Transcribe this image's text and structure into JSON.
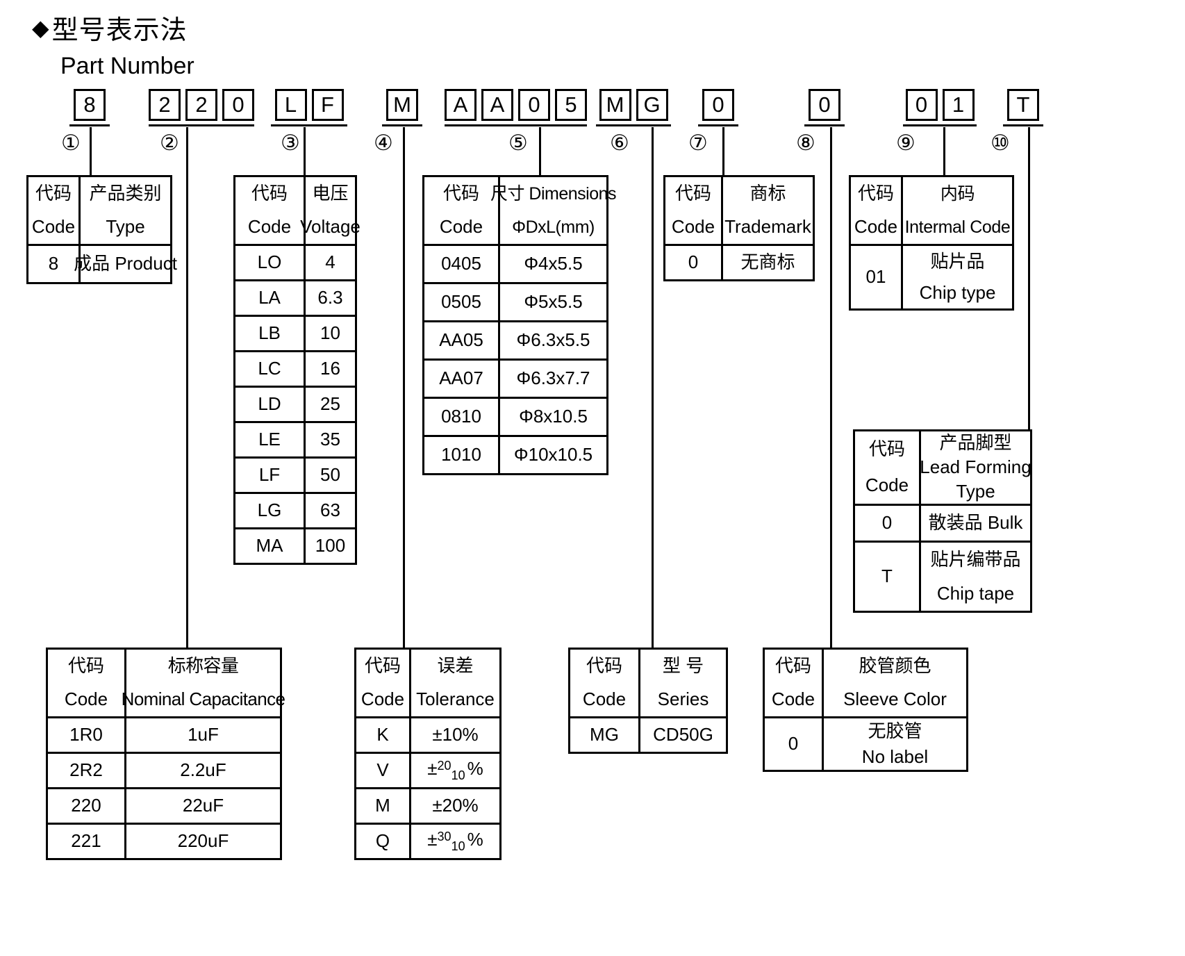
{
  "title": {
    "diamond": "◆",
    "zh": "型号表示法",
    "en": "Part Number"
  },
  "part_number": {
    "groups": [
      {
        "marker": "①",
        "chars": [
          "8"
        ]
      },
      {
        "marker": "②",
        "chars": [
          "2",
          "2",
          "0"
        ]
      },
      {
        "marker": "③",
        "chars": [
          "L",
          "F"
        ]
      },
      {
        "marker": "④",
        "chars": [
          "M"
        ]
      },
      {
        "marker": "⑤",
        "chars": [
          "A",
          "A",
          "0",
          "5"
        ]
      },
      {
        "marker": "⑥",
        "chars": [
          "M",
          "G"
        ]
      },
      {
        "marker": "⑦",
        "chars": [
          "0"
        ]
      },
      {
        "marker": "⑧",
        "chars": [
          "0"
        ]
      },
      {
        "marker": "⑨",
        "chars": [
          "0",
          "1"
        ]
      },
      {
        "marker": "⑩",
        "chars": [
          "T"
        ]
      }
    ]
  },
  "tables": {
    "type": {
      "headers": [
        [
          "代码",
          "Code"
        ],
        [
          "产品类别",
          "Type"
        ]
      ],
      "rows": [
        [
          "8",
          "成品 Product"
        ]
      ]
    },
    "voltage": {
      "headers": [
        [
          "代码",
          "Code"
        ],
        [
          "电压",
          "Voltage"
        ]
      ],
      "rows": [
        [
          "LO",
          "4"
        ],
        [
          "LA",
          "6.3"
        ],
        [
          "LB",
          "10"
        ],
        [
          "LC",
          "16"
        ],
        [
          "LD",
          "25"
        ],
        [
          "LE",
          "35"
        ],
        [
          "LF",
          "50"
        ],
        [
          "LG",
          "63"
        ],
        [
          "MA",
          "100"
        ]
      ]
    },
    "dimensions": {
      "headers": [
        [
          "代码",
          "Code"
        ],
        [
          "尺寸 Dimensions",
          "ΦDxL(mm)"
        ]
      ],
      "rows": [
        [
          "0405",
          "Φ4x5.5"
        ],
        [
          "0505",
          "Φ5x5.5"
        ],
        [
          "AA05",
          "Φ6.3x5.5"
        ],
        [
          "AA07",
          "Φ6.3x7.7"
        ],
        [
          "0810",
          "Φ8x10.5"
        ],
        [
          "1010",
          "Φ10x10.5"
        ]
      ]
    },
    "trademark": {
      "headers": [
        [
          "代码",
          "Code"
        ],
        [
          "商标",
          "Trademark"
        ]
      ],
      "rows": [
        [
          "0",
          "无商标"
        ]
      ]
    },
    "internal": {
      "headers": [
        [
          "代码",
          "Code"
        ],
        [
          "内码",
          "Intermal Code"
        ]
      ],
      "rows": [
        [
          "01",
          [
            "贴片品",
            "Chip type"
          ]
        ]
      ]
    },
    "lead": {
      "headers": [
        [
          "代码",
          "Code"
        ],
        [
          "产品脚型",
          "Lead Forming",
          "Type"
        ]
      ],
      "rows": [
        [
          "0",
          "散装品 Bulk"
        ],
        [
          "T",
          [
            "贴片编带品",
            "Chip tape"
          ]
        ]
      ]
    },
    "capacitance": {
      "headers": [
        [
          "代码",
          "Code"
        ],
        [
          "标称容量",
          "Nominal Capacitance"
        ]
      ],
      "rows": [
        [
          "1R0",
          "1uF"
        ],
        [
          "2R2",
          "2.2uF"
        ],
        [
          "220",
          "22uF"
        ],
        [
          "221",
          "220uF"
        ]
      ]
    },
    "tolerance": {
      "headers": [
        [
          "代码",
          "Code"
        ],
        [
          "误差",
          "Tolerance"
        ]
      ],
      "rows": [
        [
          "K",
          "±10%"
        ],
        [
          "V",
          {
            "pre": "±",
            "up": "20",
            "down": "10",
            "post": "%"
          }
        ],
        [
          "M",
          "±20%"
        ],
        [
          "Q",
          {
            "pre": "±",
            "up": "30",
            "down": "10",
            "post": "%"
          }
        ]
      ]
    },
    "series": {
      "headers": [
        [
          "代码",
          "Code"
        ],
        [
          "型 号",
          "Series"
        ]
      ],
      "rows": [
        [
          "MG",
          "CD50G"
        ]
      ]
    },
    "sleeve": {
      "headers": [
        [
          "代码",
          "Code"
        ],
        [
          "胶管颜色",
          "Sleeve Color"
        ]
      ],
      "rows": [
        [
          "0",
          [
            "无胶管",
            "No label"
          ]
        ]
      ]
    }
  }
}
